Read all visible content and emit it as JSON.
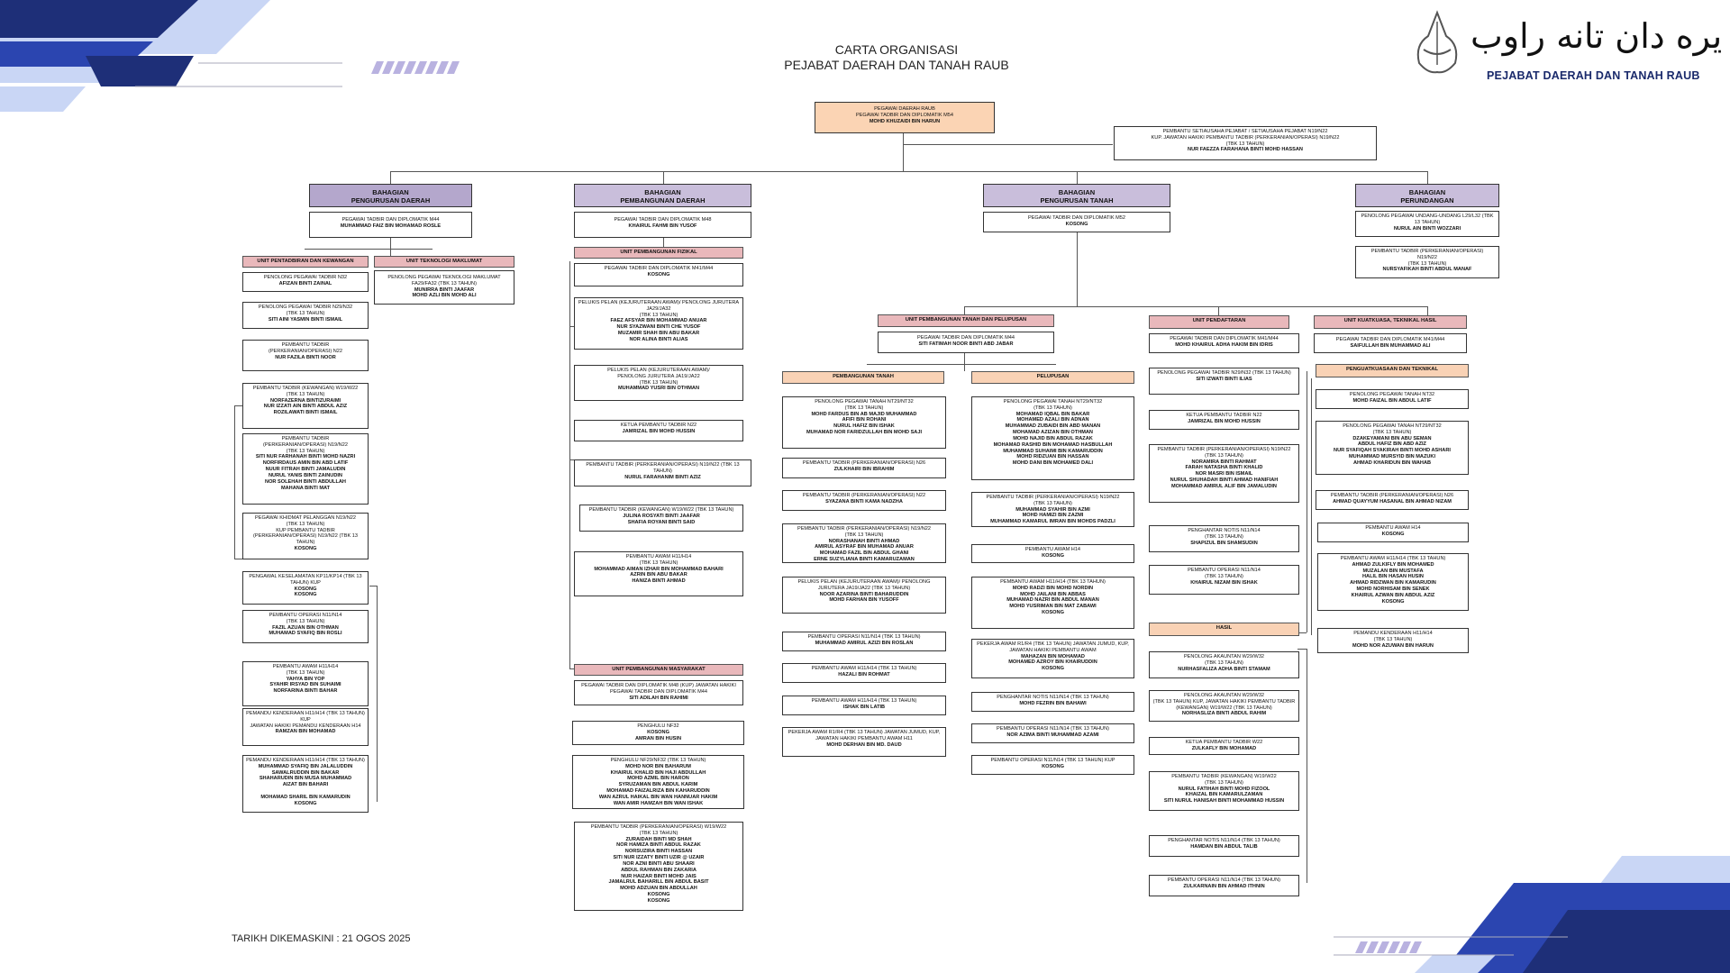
{
  "header": {
    "title_line1": "CARTA ORGANISASI",
    "title_line2": "PEJABAT DAERAH DAN TANAH RAUB",
    "logo_text": "PEJABAT DAERAH DAN TANAH RAUB",
    "logo_script": "ڤجابت دايره دان تانه راوب"
  },
  "footer": {
    "updated": "TARIKH DIKEMASKINI : 21 OGOS 2025"
  },
  "colors": {
    "navy": "#1e2f78",
    "blue": "#2b45b0",
    "light_blue": "#c9d6f5",
    "lavender": "#c9bedb",
    "pink": "#e9b8bb",
    "peach": "#fbd4b4"
  },
  "top": {
    "pegawai": {
      "role": "PEGAWAI DAERAH RAUB\nPEGAWAI TADBIR DAN DIPLOMATIK M54",
      "name": "MOHD KHUZAIDI BIN HARUN"
    },
    "setiausaha": {
      "role": "PEMBANTU SETIAUSAHA PEJABAT / SETIAUSAHA PEJABAT N19/N22\nKUP. JAWATAN HAKIKI PEMBANTU TADBIR (PERKERANIAN/OPERASI) N19/N22\n(TBK 13 TAHUN)",
      "name": "NUR FAEZZA FARAHANA BINTI MOHD HASSAN"
    }
  },
  "bahagian": {
    "pengurusan_daerah": {
      "header": "BAHAGIAN\nPENGURUSAN DAERAH",
      "head": {
        "role": "PEGAWAI TADBIR DAN DIPLOMATIK M44",
        "name": "MUHAMMAD FAIZ BIN MOHAMAD ROSLE"
      },
      "unit_pentadbiran": "UNIT PENTADBIRAN DAN KEWANGAN",
      "unit_ti": "UNIT TEKNOLOGI MAKLUMAT",
      "ti_box": {
        "role": "PENOLONG PEGAWAI TEKNOLOGI MAKLUMAT\nFA29/FA32 (TBK 13 TAHUN)",
        "name": "MUNIRRA BINTI JAAFAR\nMOHD AZLI BIN MOHD ALI"
      },
      "boxes": [
        {
          "role": "PENOLONG PEGAWAI TADBIR N32",
          "name": "AFIZAN BINTI ZAINAL"
        },
        {
          "role": "PENOLONG PEGAWAI TADBIR N29/N32\n(TBK 13 TAHUN)",
          "name": "SITI AINI YASMIN BINTI ISMAIL"
        },
        {
          "role": "PEMBANTU TADBIR\n(PERKERANIAN/OPERASI) N22",
          "name": "NUR FAZILA BINTI NOOR"
        },
        {
          "role": "PEMBANTU TADBIR (KEWANGAN) W19/W22\n(TBK 13 TAHUN)",
          "name": "NORFAZERNA BINTIZURAIMI\nNUR IZZATI AIN BINTI ABDUL AZIZ\nROZILAWATI BINTI ISMAIL"
        },
        {
          "role": "PEMBANTU TADBIR\n(PERKERANIAN/OPERASI) N19/N22\n(TBK 13 TAHUN)",
          "name": "SITI NUR FARHANAH BINTI MOHD NAZRI\nNORFIRDAUS AMIN BIN ABD LATIF\nNUUR FITRAH BINTI JAMALUDIN\nNURUL YANIS BINTI ZAINUDIN\nNOR SOLEHAH BINTI ABDULLAH\nMAHANA BINTI MAT"
        },
        {
          "role": "PEGAWAI KHIDMAT PELANGGAN N19/N22\n(TBK 13 TAHUN)\nKUP PEMBANTU TADBIR\n(PERKERANIAN/OPERASI) N19/N22 (TBK 13 TAHUN)",
          "name": "KOSONG"
        },
        {
          "role": "PENGAWAL KESELAMATAN KP11/KP14 (TBK 13 TAHUN) KUP",
          "name": "KOSONG\nKOSONG"
        },
        {
          "role": "PEMBANTU OPERASI N11/N14\n(TBK 13 TAHUN)",
          "name": "FAZIL AZUAN BIN OTHMAN\nMUHAMAD SYAFIQ BIN ROSLI"
        },
        {
          "role": "PEMBANTU AWAM H11/H14\n(TBK 13 TAHUN)",
          "name": "YAHYA BIN YOP\nSYAHIR IRSYAD BIN SUHAIMI\nNORFARINA BINTI BAHAR"
        },
        {
          "role": "PEMANDU KENDERAAN H11/H14 (TBK 13 TAHUN) KUP\nJAWATAN HAKIKI PEMANDU KENDERAAN H14",
          "name": "RAMZAN BIN MOHAMAD"
        },
        {
          "role": "PEMANDU KENDERAAN H11/H14 (TBK 13 TAHUN)",
          "name": "MUHAMMAD SYAFIQ BIN JALALUDDIN\nSAWALRUDDIN BIN BAKAR\nSHAHARUDIN BIN MUSA MUHAMMAD\nAIZAT BIN BAHARI\n\nMOHAMAD SHARIL BIN KAMARUDIN\nKOSONG"
        }
      ]
    },
    "pembangunan_daerah": {
      "header": "BAHAGIAN\nPEMBANGUNAN DAERAH",
      "head": {
        "role": "PEGAWAI TADBIR DAN DIPLOMATIK M48",
        "name": "KHAIRUL FAHMI BIN YUSOF"
      },
      "unit_fizikal": "UNIT PEMBANGUNAN FIZIKAL",
      "unit_masyarakat": "UNIT PEMBANGUNAN MASYARAKAT",
      "fizikal": [
        {
          "role": "PEGAWAI TADBIR DAN DIPLOMATIK M41/M44",
          "name": "KOSONG"
        },
        {
          "role": "PELUKIS PELAN (KEJURUTERAAN AWAM)/ PENOLONG JURUTERA JA29/JA32\n(TBK 13 TAHUN)",
          "name": "FAEZ AFSYAR BIN MOHAMMAD ANUAR\nNUR SYAZWANI BINTI CHE YUSOF\nMUZAMIR SHAH BIN ABU BAKAR\nNOR ALINA BINTI ALIAS"
        },
        {
          "role": "PELUKIS PELAN (KEJURUTERAAN AWAM)/\nPENOLONG JURUTERA JA19/JA22\n(TBK 13 TAHUN)",
          "name": "MUHAMMAD YUSRI BIN OTHMAN"
        },
        {
          "role": "KETUA PEMBANTU TADBIR N22",
          "name": "JAMRIZAL BIN MOHD HUSSIN"
        },
        {
          "role": "PEMBANTU TADBIR (PERKERANIAN/OPERASI) N19/N22 (TBK 13 TAHUN)",
          "name": "NURUL FARAHANIM BINTI AZIZ"
        },
        {
          "role": "PEMBANTU TADBIR (KEWANGAN) W19/W22 (TBK 13 TAHUN)",
          "name": "JULINA ROSYATI BINTI JAAFAR\nSHAFIA ROYANI BINTI SAID"
        },
        {
          "role": "PEMBANTU AWAM H11/H14\n(TBK 13 TAHUN)",
          "name": "MOHAMMAD AIMAN IZHAR BIN MOHAMMAD BAHARI\nAZRIN BIN ABU BAKAR\nHANIZA BINTI AHMAD"
        }
      ],
      "masyarakat": [
        {
          "role": "PEGAWAI TADBIR DAN DIPLOMATIK M48 (KUP) JAWATAN HAKIKI PEGAWAI TADBIR DAN DIPLOMATIK M44",
          "name": "SITI ADILAH BIN RAHIMI"
        },
        {
          "role": "PENGHULU NF32",
          "name": "KOSONG\nAMRAN BIN HUSIN"
        },
        {
          "role": "PENGHULU NF29/NF32 (TBK 13 TAHUN)",
          "name": "MOHD NOR BIN BAHARUM\nKHAIRUL KHALID BIN HAJI ABDULLAH\nMOHD AZMIL BIN HARON\nSYRUZAMAN BIN ABDUL KARIM\nMOHAMAD FAIZALRIZA BIN KAHARUDDIN\nWAN AZRUL HAIKAL BIN WAN HANNUAR HAKIM\nWAN AMIR HAMZAH BIN WAN ISHAK"
        },
        {
          "role": "PEMBANTU TADBIR (PERKERANIAN/OPERASI) W19/W22\n(TBK 13 TAHUN)",
          "name": "ZURAIDAH BINTI MD SHAH\nNOR HAMIZA BINTI ABDUL RAZAK\nNORSUZIRA BINTI HASSAN\nSITI NUR IZZATY BINTI UZIR @ UZAIR\nNOR AZNI BINTI ABU SHAARI\nABDUL RAHMAN BIN ZAKARIA\nNUR HAIZAR BINTI MOHD JAIS\nJAMALRUL BAHARILL BIN ABDUL BASIT\nMOHD ADZUAN BIN ABDULLAH\nKOSONG\nKOSONG"
        }
      ]
    },
    "pengurusan_tanah": {
      "header": "BAHAGIAN\nPENGURUSAN TANAH",
      "head": {
        "role": "PEGAWAI TADBIR DAN DIPLOMATIK M52",
        "name": "KOSONG"
      },
      "unit_pembangunan_tanah": "UNIT PEMBANGUNAN TANAH DAN PELUPUSAN",
      "pt_head": {
        "role": "PEGAWAI TADBIR DAN DIPLOMATIK M44",
        "name": "SITI FATIMAH NOOR BINTI ABD JABAR"
      },
      "sub_pembangunan": "PEMBANGUNAN TANAH",
      "sub_pelupusan": "PELUPUSAN",
      "pembangunan": [
        {
          "role": "PENOLONG PEGAWAI TANAH NT29/NT32\n(TBK 13 TAHUN)",
          "name": "MOHD FARDUS BIN AB MAJID MUHAMMAD\nAFIFI BIN ROHANI\nNURUL HAFIZ BIN ISHAK\nMUHAMAD NOR FARIDZULLAH BIN MOHD SAJI"
        },
        {
          "role": "PEMBANTU TADBIR (PERKERANIAN/OPERASI) N26",
          "name": "ZULKHAIRI BIN IBRAHIM"
        },
        {
          "role": "PEMBANTU TADBIR (PERKERANIAN/OPERASI) N22",
          "name": "SYAZANA BINTI KAMA NADZHA"
        },
        {
          "role": "PEMBANTU TADBIR (PERKERANIAN/OPERASI) N19/N22\n(TBK 13 TAHUN)",
          "name": "NORASHANAH BINTI AHMAD\nAMIRUL ASYRAF BIN MUHAMAD ANUAR\nMOHAMAD FAZIL BIN ABDUL GHANI\nERNE SUZYLIANA BINTI KAMARUZAMAN"
        },
        {
          "role": "PELUKIS PELAN (KEJURUTERAAN AWAM)/ PENOLONG JURUTERA JA19/JA22 (TBK 13 TAHUN)",
          "name": "NOOR AZARINA BINTI BAHARUDDIN\nMOHD FARHAN BIN YUSOFF"
        },
        {
          "role": "PEMBANTU OPERASI N11/N14 (TBK 13 TAHUN)",
          "name": "MUHAMMAD AMIRUL AZIZI BIN ROSLAN"
        },
        {
          "role": "PEMBANTU AWAM H11/H14 (TBK 13 TAHUN)",
          "name": "HAZALI BIN ROHMAT"
        },
        {
          "role": "PEMBANTU AWAM H11/H14 (TBK 13 TAHUN)",
          "name": "ISHAK BIN LATIB"
        },
        {
          "role": "PEKERJA AWAM R1/R4 (TBK 13 TAHUN) JAWATAN JUMUD, KUP, JAWATAN HAKIKI PEMBANTU AWAM H11",
          "name": "MOHD DERHAN BIN MD. DAUD"
        }
      ],
      "pelupusan": [
        {
          "role": "PENOLONG PEGAWAI TANAH NT29/NT32\n(TBK 13 TAHUN)",
          "name": "MOHAMAD IQBAL BIN BAKAR\nMOHAMED AZALI BIN ADNAN\nMUHAMMAD ZUBAIDI BIN ABD MANAN\nMOHAMAD AZIZAN BIN OTHMAN\nMOHD NAJID BIN ABDUL RAZAK\nMOHAMAD RASHID BIN MOHAMAD HASBULLAH\nMUHAMMAD SUHAIMI BIN KAMARUDDIN\nMOHD RIDZUAN BIN HASSAN\nMOHD DANI BIN MOHAMED DALI"
        },
        {
          "role": "PEMBANTU TADBIR (PERKERANIAN/OPERASI) N19/N22\n(TBK 13 TAHUN)",
          "name": "MUHAMMAD SYAHIR BIN AZMI\nMOHD HAMIZI BIN ZAZMI\nMUHAMMAD KAMARUL IMRAN BIN MOHDS PADZLI"
        },
        {
          "role": "PEMBANTU AWAM H14",
          "name": "KOSONG"
        },
        {
          "role": "PEMBANTU AWAM H11/H14 (TBK 13 TAHUN)",
          "name": "MOHD RADZI BIN MOHD NORDIN\nMOHD JAILANI BIN ABBAS\nMUHAMAD NAZRI BIN ABDUL MANAN\nMOHD YUSRIMAN BIN MAT ZABAWI\nKOSONG"
        },
        {
          "role": "PEKERJA AWAM R1/R4 (TBK 13 TAHUN) JAWATAN JUMUD, KUP, JAWATAN HAKIKI PEMBANTU AWAM",
          "name": "MAHAZAN BIN MOHAMAD\nMOHAMED AZROY BIN KHAIRUDDIN\nKOSONG"
        },
        {
          "role": "PENGHANTAR NOTIS N11/N14 (TBK 13 TAHUN)",
          "name": "MOHD FEZRIN BIN BAHAWI"
        },
        {
          "role": "PEMBANTU OPERASI N11/N14 (TBK 13 TAHUN)",
          "name": "NOR AZIMA BINTI MUHAMMAD AZAMI"
        },
        {
          "role": "PEMBANTU OPERASI N11/N14 (TBK 13 TAHUN) KUP",
          "name": "KOSONG"
        }
      ],
      "unit_pendaftaran": "UNIT PENDAFTARAN",
      "pendaftaran": [
        {
          "role": "PEGAWAI TADBIR DAN DIPLOMATIK M41/M44",
          "name": "MOHD KHAIRUL ADHA HAKIM BIN IDRIS"
        },
        {
          "role": "PENOLONG PEGAWAI TADBIR N29/N32 (TBK 13 TAHUN)",
          "name": "SITI IZWATI BINTI ILIAS"
        },
        {
          "role": "KETUA PEMBANTU TADBIR N22",
          "name": "JAMRIZAL BIN MOHD HUSSIN"
        },
        {
          "role": "PEMBANTU TADBIR (PERKERANIAN/OPERASI) N19/N22\n(TBK 13 TAHUN)",
          "name": "NORAMIRA BINTI RAHMAT\nFARAH NATASHA BINTI KHALID\nNOR MASRI BIN ISMAIL\nNURUL SHUHADAH BINTI AHMAD HANIFIAH\nMOHAMMAD AMIRUL ALIF BIN JAMALUDIN"
        },
        {
          "role": "PENGHANTAR NOTIS N11/N14\n(TBK 13 TAHUN)",
          "name": "SHAPIZUL BIN SHAMSUDIN"
        },
        {
          "role": "PEMBANTU OPERASI N11/N14\n(TBK 13 TAHUN)",
          "name": "KHAIRUL NIZAM BIN ISHAK"
        }
      ],
      "unit_hasil": "HASIL",
      "hasil": [
        {
          "role": "PENOLONG AKAUNTAN W29/W32\n(TBK 13 TAHUN)",
          "name": "NURHASFALIZA ADHA BINTI STAMAM"
        },
        {
          "role": "PENOLONG AKAUNTAN W29/W32\n(TBK 13 TAHUN) KUP, JAWATAN HAKIKI PEMBANTU TADBIR (KEWANGAN) W19/W22 (TBK 13 TAHUN)",
          "name": "NORHASLIZA BINTI ABDUL RAHIM"
        },
        {
          "role": "KETUA PEMBANTU TADBIR W22",
          "name": "ZULKAFLY BIN MOHAMAD"
        },
        {
          "role": "PEMBANTU TADBIR (KEWANGAN) W19/W22\n(TBK 13 TAHUN)",
          "name": "NURUL FATIHAH BINTI MOHD FIZOOL\nKHAIZAL BIN KAMARULZAMAN\nSITI NURUL HANISAH BINTI MOHAMMAD HUSSIN"
        },
        {
          "role": "PENGHANTAR NOTIS N11/N14 (TBK 13 TAHUN)",
          "name": "HAMDAN BIN ABDUL TALIB"
        },
        {
          "role": "PEMBANTU OPERASI N11/N14 (TBK 13 TAHUN)",
          "name": "ZULKARNAIN BIN AHMAD ITHNIN"
        }
      ],
      "unit_kuatkuasa": "UNIT KUATKUASA, TEKNIKAL HASIL",
      "kuatkuasa_head": {
        "role": "PEGAWAI TADBIR DAN DIPLOMATIK M41/M44",
        "name": "SAIFULLAH BIN MUHAMMAD ALI"
      },
      "sub_penguatkuasaan": "PENGUATKUASAAN DAN TEKNIKAL",
      "kuatkuasa": [
        {
          "role": "PENOLONG PEGAWAI TANAH NT32",
          "name": "MOHD FAIZAL BIN ABDUL LATIF"
        },
        {
          "role": "PENOLONG PEGAWAI TANAH NT29/NT32\n(TBK 13 TAHUN)",
          "name": "DZAKEYAMANI BIN ABU SEMAN\nABDUL HAFIZ BIN ABD AZIZ\nNUR SYAFIQAH SYAKIRAH BINTI MOHD ASHARI\nMUHAMMAD MURSYID BIN MAZUKI\nAHMAD KHARIDUN BIN WAHAB"
        },
        {
          "role": "PEMBANTU TADBIR (PERKERANIAN/OPERASI) N26",
          "name": "AHMAD QUAYYUM HASANAL BIN AHMAD NIZAM"
        },
        {
          "role": "PEMBANTU AWAM H14",
          "name": "KOSONG"
        },
        {
          "role": "PEMBANTU AWAM H11/H14 (TBK 13 TAHUN)",
          "name": "AHMAD ZULKIFLY BIN MOHAMED\nMUZALAN BIN MUSTAFA\nHALIL BIN HASAN HUSIN\nAHMAD RIDZWAN BIN KAMARUDIN\nMOHD NORHISAM BIN SENEK\nKHAIRUL AZWAN BIN ABDUL AZIZ\nKOSONG"
        },
        {
          "role": "PEMANDU KENDERAAN H11/H14\n(TBK 13 TAHUN)",
          "name": "MOHD NOR AZUWAN BIN HARUN"
        }
      ]
    },
    "perundangan": {
      "header": "BAHAGIAN\nPERUNDANGAN",
      "boxes": [
        {
          "role": "PENOLONG PEGAWAI UNDANG-UNDANG L29/L32 (TBK 13 TAHUN)",
          "name": "NURUL AIN BINTI WOZZARI"
        },
        {
          "role": "PEMBANTU TADBIR (PERKERANIAN/OPERASI)\nN19/N22\n(TBK 13 TAHUN)",
          "name": "NURSYAFIKAH BINTI ABDUL MANAF"
        }
      ]
    }
  }
}
